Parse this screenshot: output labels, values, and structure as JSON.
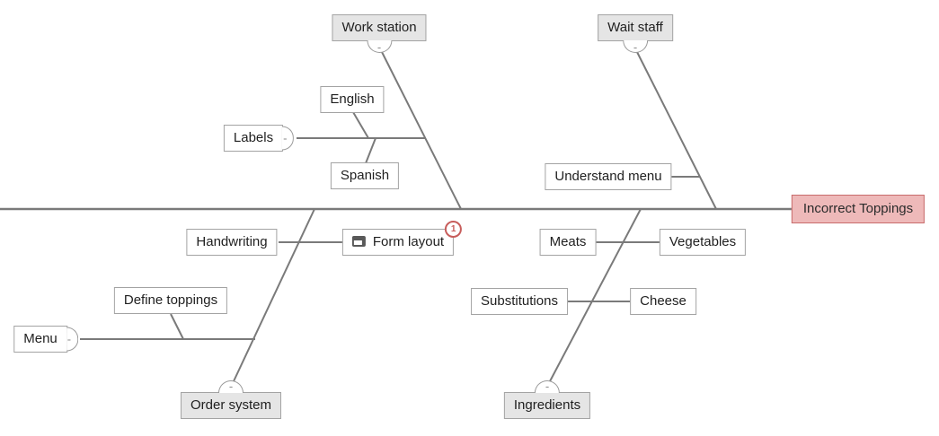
{
  "fishbone": {
    "type": "cause-and-effect-diagram",
    "problem": {
      "label": "Incorrect Toppings"
    },
    "categories": [
      {
        "label": "Work station",
        "position": "top",
        "children": [
          {
            "label": "Labels",
            "children": [
              {
                "label": "English"
              },
              {
                "label": "Spanish"
              }
            ]
          }
        ]
      },
      {
        "label": "Wait staff",
        "position": "top",
        "children": [
          {
            "label": "Understand menu"
          }
        ]
      },
      {
        "label": "Order system",
        "position": "bottom",
        "children": [
          {
            "label": "Handwriting"
          },
          {
            "label": "Form layout",
            "badge": "1",
            "icon": "note-icon"
          },
          {
            "label": "Menu",
            "children": [
              {
                "label": "Define toppings"
              }
            ]
          }
        ]
      },
      {
        "label": "Ingredients",
        "position": "bottom",
        "children": [
          {
            "label": "Meats"
          },
          {
            "label": "Vegetables"
          },
          {
            "label": "Substitutions"
          },
          {
            "label": "Cheese"
          }
        ]
      }
    ]
  },
  "ui": {
    "collapse_glyph": "-"
  },
  "colors": {
    "line": "#7a7a7a",
    "box_border": "#a3a3a3",
    "category_fill": "#e5e5e5",
    "problem_fill": "#eeb9b9",
    "problem_border": "#c86c6c",
    "badge_red": "#c75d5b",
    "toggle_border": "#999999",
    "text": "#1f1f1f"
  }
}
